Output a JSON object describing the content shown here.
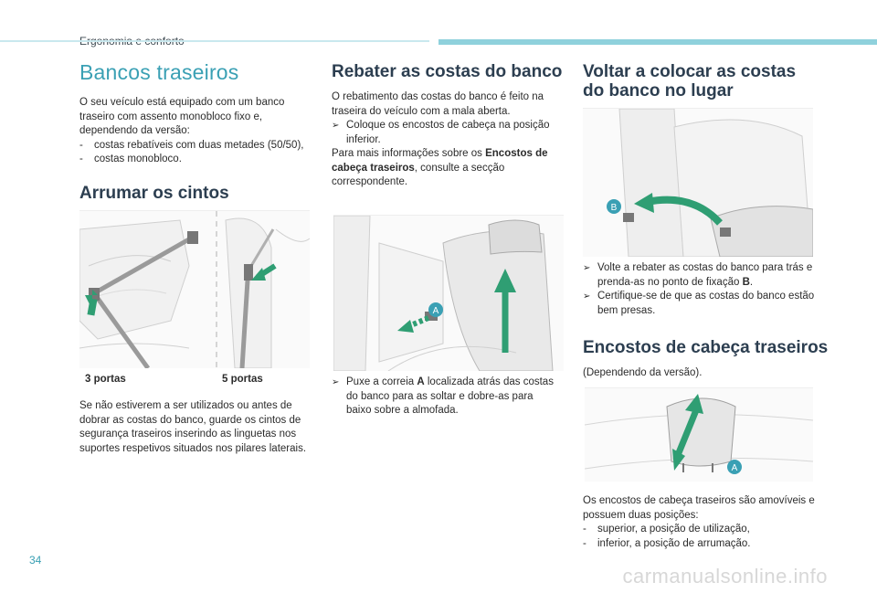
{
  "header": {
    "section": "Ergonomia e conforto"
  },
  "col1": {
    "title": "Bancos traseiros",
    "intro": "O seu veículo está equipado com um banco traseiro com assento monobloco fixo e, dependendo da versão:",
    "list": [
      "costas rebatíveis com duas metades (50/50),",
      "costas monobloco."
    ],
    "belts_title": "Arrumar os cintos",
    "caption_3": "3 portas",
    "caption_5": "5 portas",
    "belts_text": "Se não estiverem a ser utilizados ou antes de dobrar as costas do banco, guarde os cintos de segurança traseiros inserindo as linguetas nos suportes respetivos situados nos pilares laterais."
  },
  "col2": {
    "title": "Rebater as costas do banco",
    "intro": "O rebatimento das costas do banco é feito na traseira do veículo com a mala aberta.",
    "bullet1": "Coloque os encostos de cabeça na posição inferior.",
    "more_prefix": "Para mais informações sobre os ",
    "more_bold": "Encostos de cabeça traseiros",
    "more_suffix": ", consulte a secção correspondente.",
    "fig_label": "A",
    "step_prefix": "Puxe a correia ",
    "step_bold": "A",
    "step_suffix": " localizada atrás das costas do banco para as soltar e dobre-as para baixo sobre a almofada."
  },
  "col3": {
    "title": "Voltar a colocar as costas do banco no lugar",
    "fig_label": "B",
    "bullet1_prefix": "Volte a rebater as costas do banco para trás e prenda-as no ponto de fixação ",
    "bullet1_bold": "B",
    "bullet1_suffix": ".",
    "bullet2": "Certifique-se de que as costas do banco estão bem presas.",
    "headrest_title": "Encostos de cabeça traseiros",
    "headrest_note": "(Dependendo da versão).",
    "headrest_fig_label": "A",
    "headrest_text": "Os encostos de cabeça traseiros são amovíveis e possuem duas posições:",
    "headrest_list": [
      "superior, a posição de utilização,",
      "inferior, a posição de arrumação."
    ]
  },
  "footer": {
    "page": "34",
    "watermark": "carmanualsonline.info"
  },
  "colors": {
    "accent": "#3aa0b4",
    "arrow": "#2f9e73",
    "label_bubble": "#3aa0b4"
  }
}
